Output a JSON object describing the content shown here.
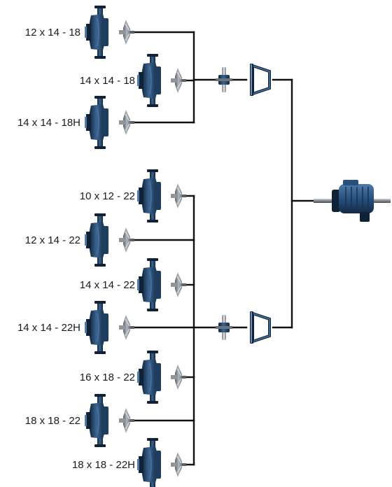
{
  "colors": {
    "pump_body": "#1f3d5e",
    "pump_dark": "#0f2236",
    "pump_light": "#4f79a6",
    "impeller": "#8f959c",
    "impeller_dark": "#5a6068",
    "motor": "#28507d",
    "line": "#111111",
    "label": "#1a1a1a"
  },
  "groups": [
    {
      "pumps": [
        {
          "label": "12 x 14 - 18",
          "column": "left"
        },
        {
          "label": "14 x 14 - 18",
          "column": "right"
        },
        {
          "label": "14 x 14 - 18H",
          "column": "left"
        }
      ]
    },
    {
      "pumps": [
        {
          "label": "10 x 12 - 22",
          "column": "right"
        },
        {
          "label": "12 x 14 - 22",
          "column": "left"
        },
        {
          "label": "14 x 14 - 22",
          "column": "right"
        },
        {
          "label": "14 x 14 - 22H",
          "column": "left"
        },
        {
          "label": "16 x 18 - 22",
          "column": "right"
        },
        {
          "label": "18 x 18 - 22",
          "column": "left"
        },
        {
          "label": "18 x 18 - 22H",
          "column": "right"
        }
      ]
    }
  ],
  "icons": {
    "pump": "centrifugal-pump-casing-icon",
    "impeller": "impeller-icon",
    "bearing_frame": "bearing-frame-icon",
    "adapter": "adapter-bracket-icon",
    "motor": "motor-icon"
  }
}
